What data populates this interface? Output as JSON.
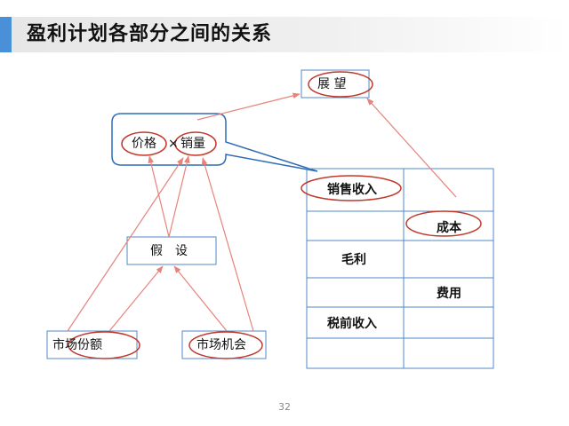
{
  "title": "盈利计划各部分之间的关系",
  "nodes": {
    "outlook": "展 望",
    "price_volume": {
      "price": "价格",
      "times": "×",
      "volume": "销量"
    },
    "assumption": "假　设",
    "market_share": "市场份额",
    "market_opportunity": "市场机会"
  },
  "table": {
    "rows": [
      {
        "left": "销售收入",
        "right": ""
      },
      {
        "left": "",
        "right": "成本"
      },
      {
        "left": "毛利",
        "right": ""
      },
      {
        "left": "",
        "right": "费用"
      },
      {
        "left": "税前收入",
        "right": ""
      },
      {
        "left": "",
        "right": ""
      }
    ]
  },
  "colors": {
    "accent_blue": "#4a90d9",
    "arrow": "#e8837a",
    "circle": "#c0392b",
    "box_border": "#4f8ac9",
    "callout_border": "#2e6db5"
  },
  "page_number": "32"
}
